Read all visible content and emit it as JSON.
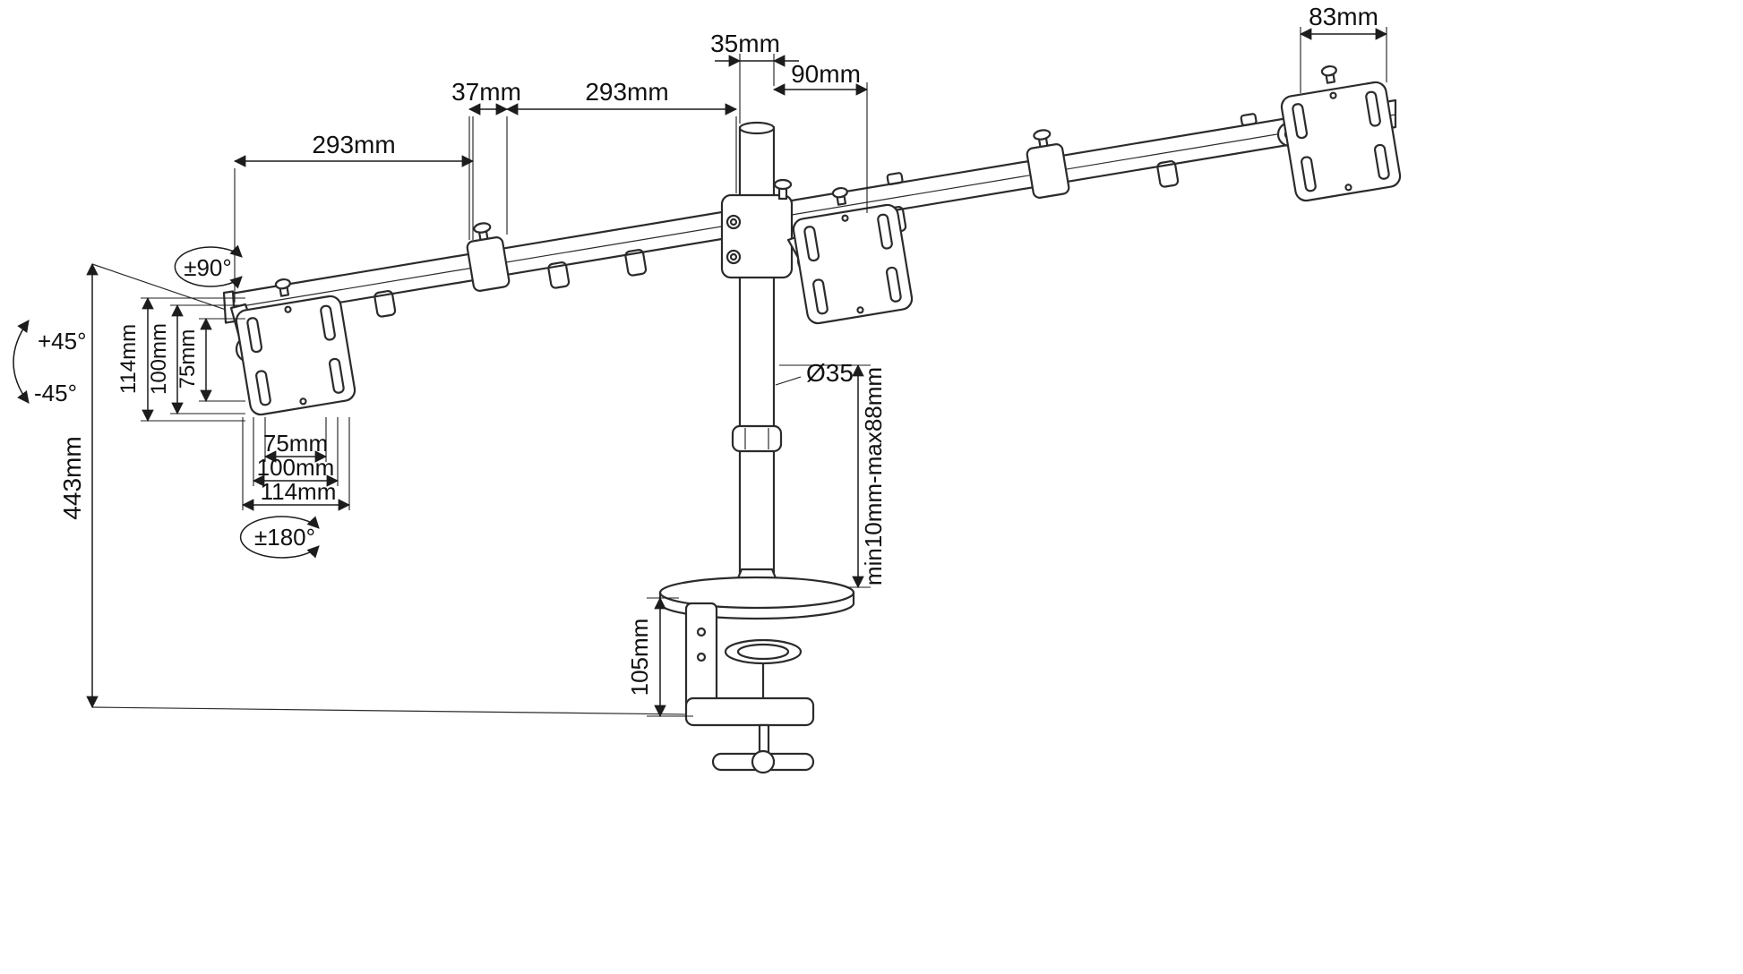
{
  "diagram": {
    "dims": {
      "arm_left": "293mm",
      "collar": "37mm",
      "arm_right": "293mm",
      "pole_top": "35mm",
      "pole_offset": "90mm",
      "plate_width": "83mm",
      "vesa_v_114": "114mm",
      "vesa_v_100": "100mm",
      "vesa_v_75": "75mm",
      "vesa_h_75": "75mm",
      "vesa_h_100": "100mm",
      "vesa_h_114": "114mm",
      "height_total": "443mm",
      "pole_dia": "Ø35",
      "clamp_range": "min10mm-max88mm",
      "clamp_height": "105mm"
    },
    "angles": {
      "swivel": "±90°",
      "tilt_up": "+45°",
      "tilt_down": "-45°",
      "rotate": "±180°"
    }
  }
}
